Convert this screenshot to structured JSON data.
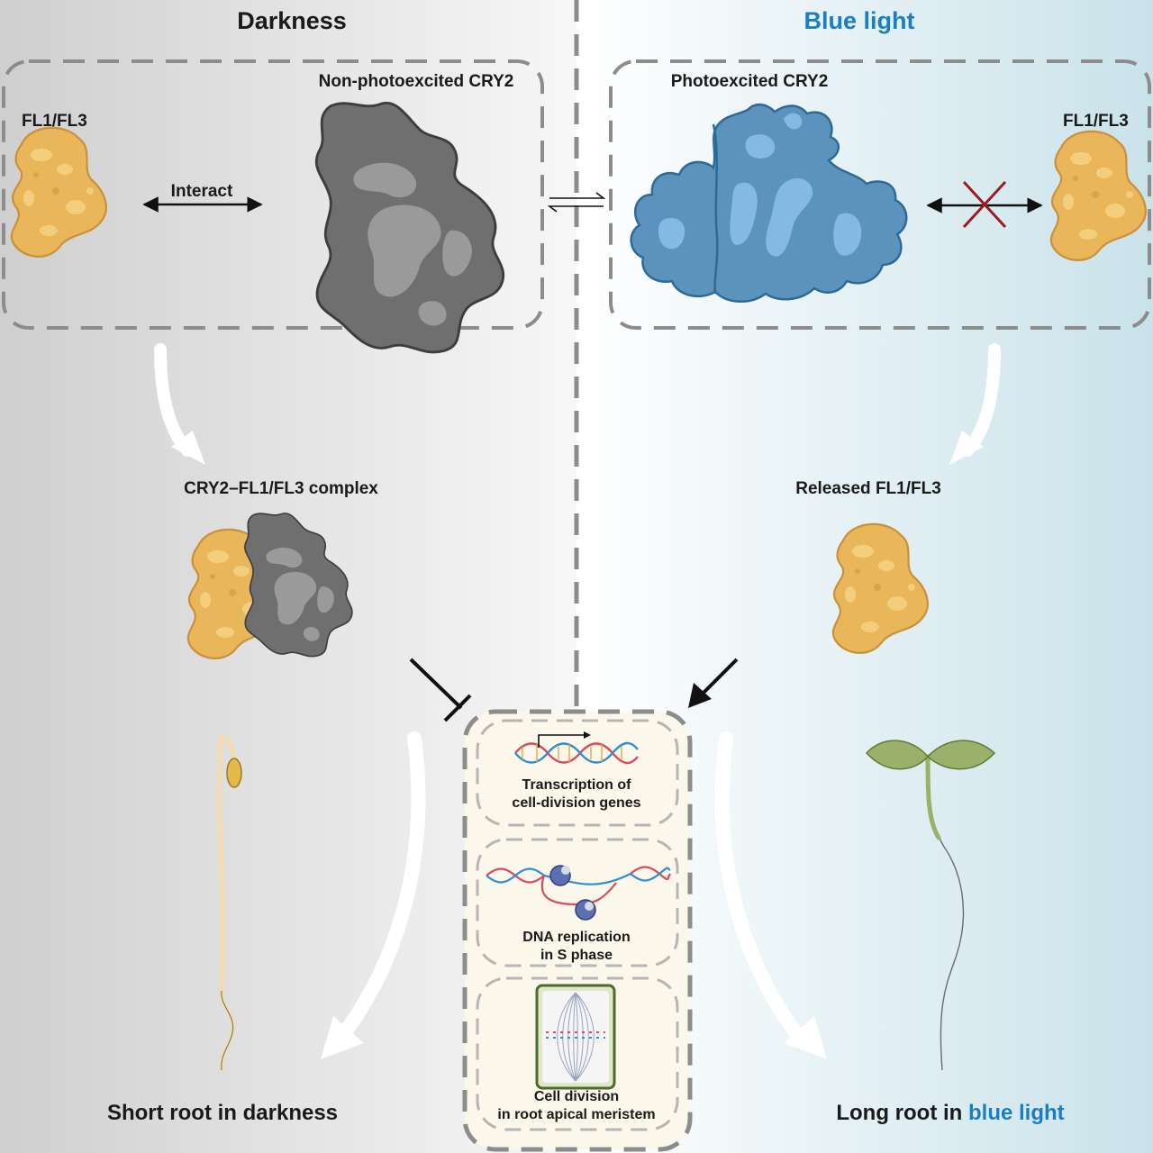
{
  "panels": {
    "left_title": "Darkness",
    "right_title": "Blue light"
  },
  "top_left": {
    "fl_label": "FL1/FL3",
    "interact_label": "Interact",
    "cry2_label": "Non-photoexcited CRY2"
  },
  "top_right": {
    "cry2_label": "Photoexcited CRY2",
    "fl_label": "FL1/FL3"
  },
  "middle": {
    "complex_label": "CRY2–FL1/FL3 complex",
    "released_label": "Released FL1/FL3"
  },
  "center_box": {
    "transcription_label": [
      "Transcription of",
      "cell-division genes"
    ],
    "replication_label": [
      "DNA replication",
      "in S phase"
    ],
    "division_label": [
      "Cell division",
      "in root apical meristem"
    ]
  },
  "outcomes": {
    "left": "Short root in darkness",
    "right_prefix": "Long root in ",
    "right_highlight": "blue light"
  },
  "colors": {
    "cry2_dark": "#6f6f6f",
    "cry2_blue": "#5b93bd",
    "fl_yellow": "#e9b659",
    "accent_blue": "#1a7fc1",
    "block_cross": "#9b1b1f"
  }
}
